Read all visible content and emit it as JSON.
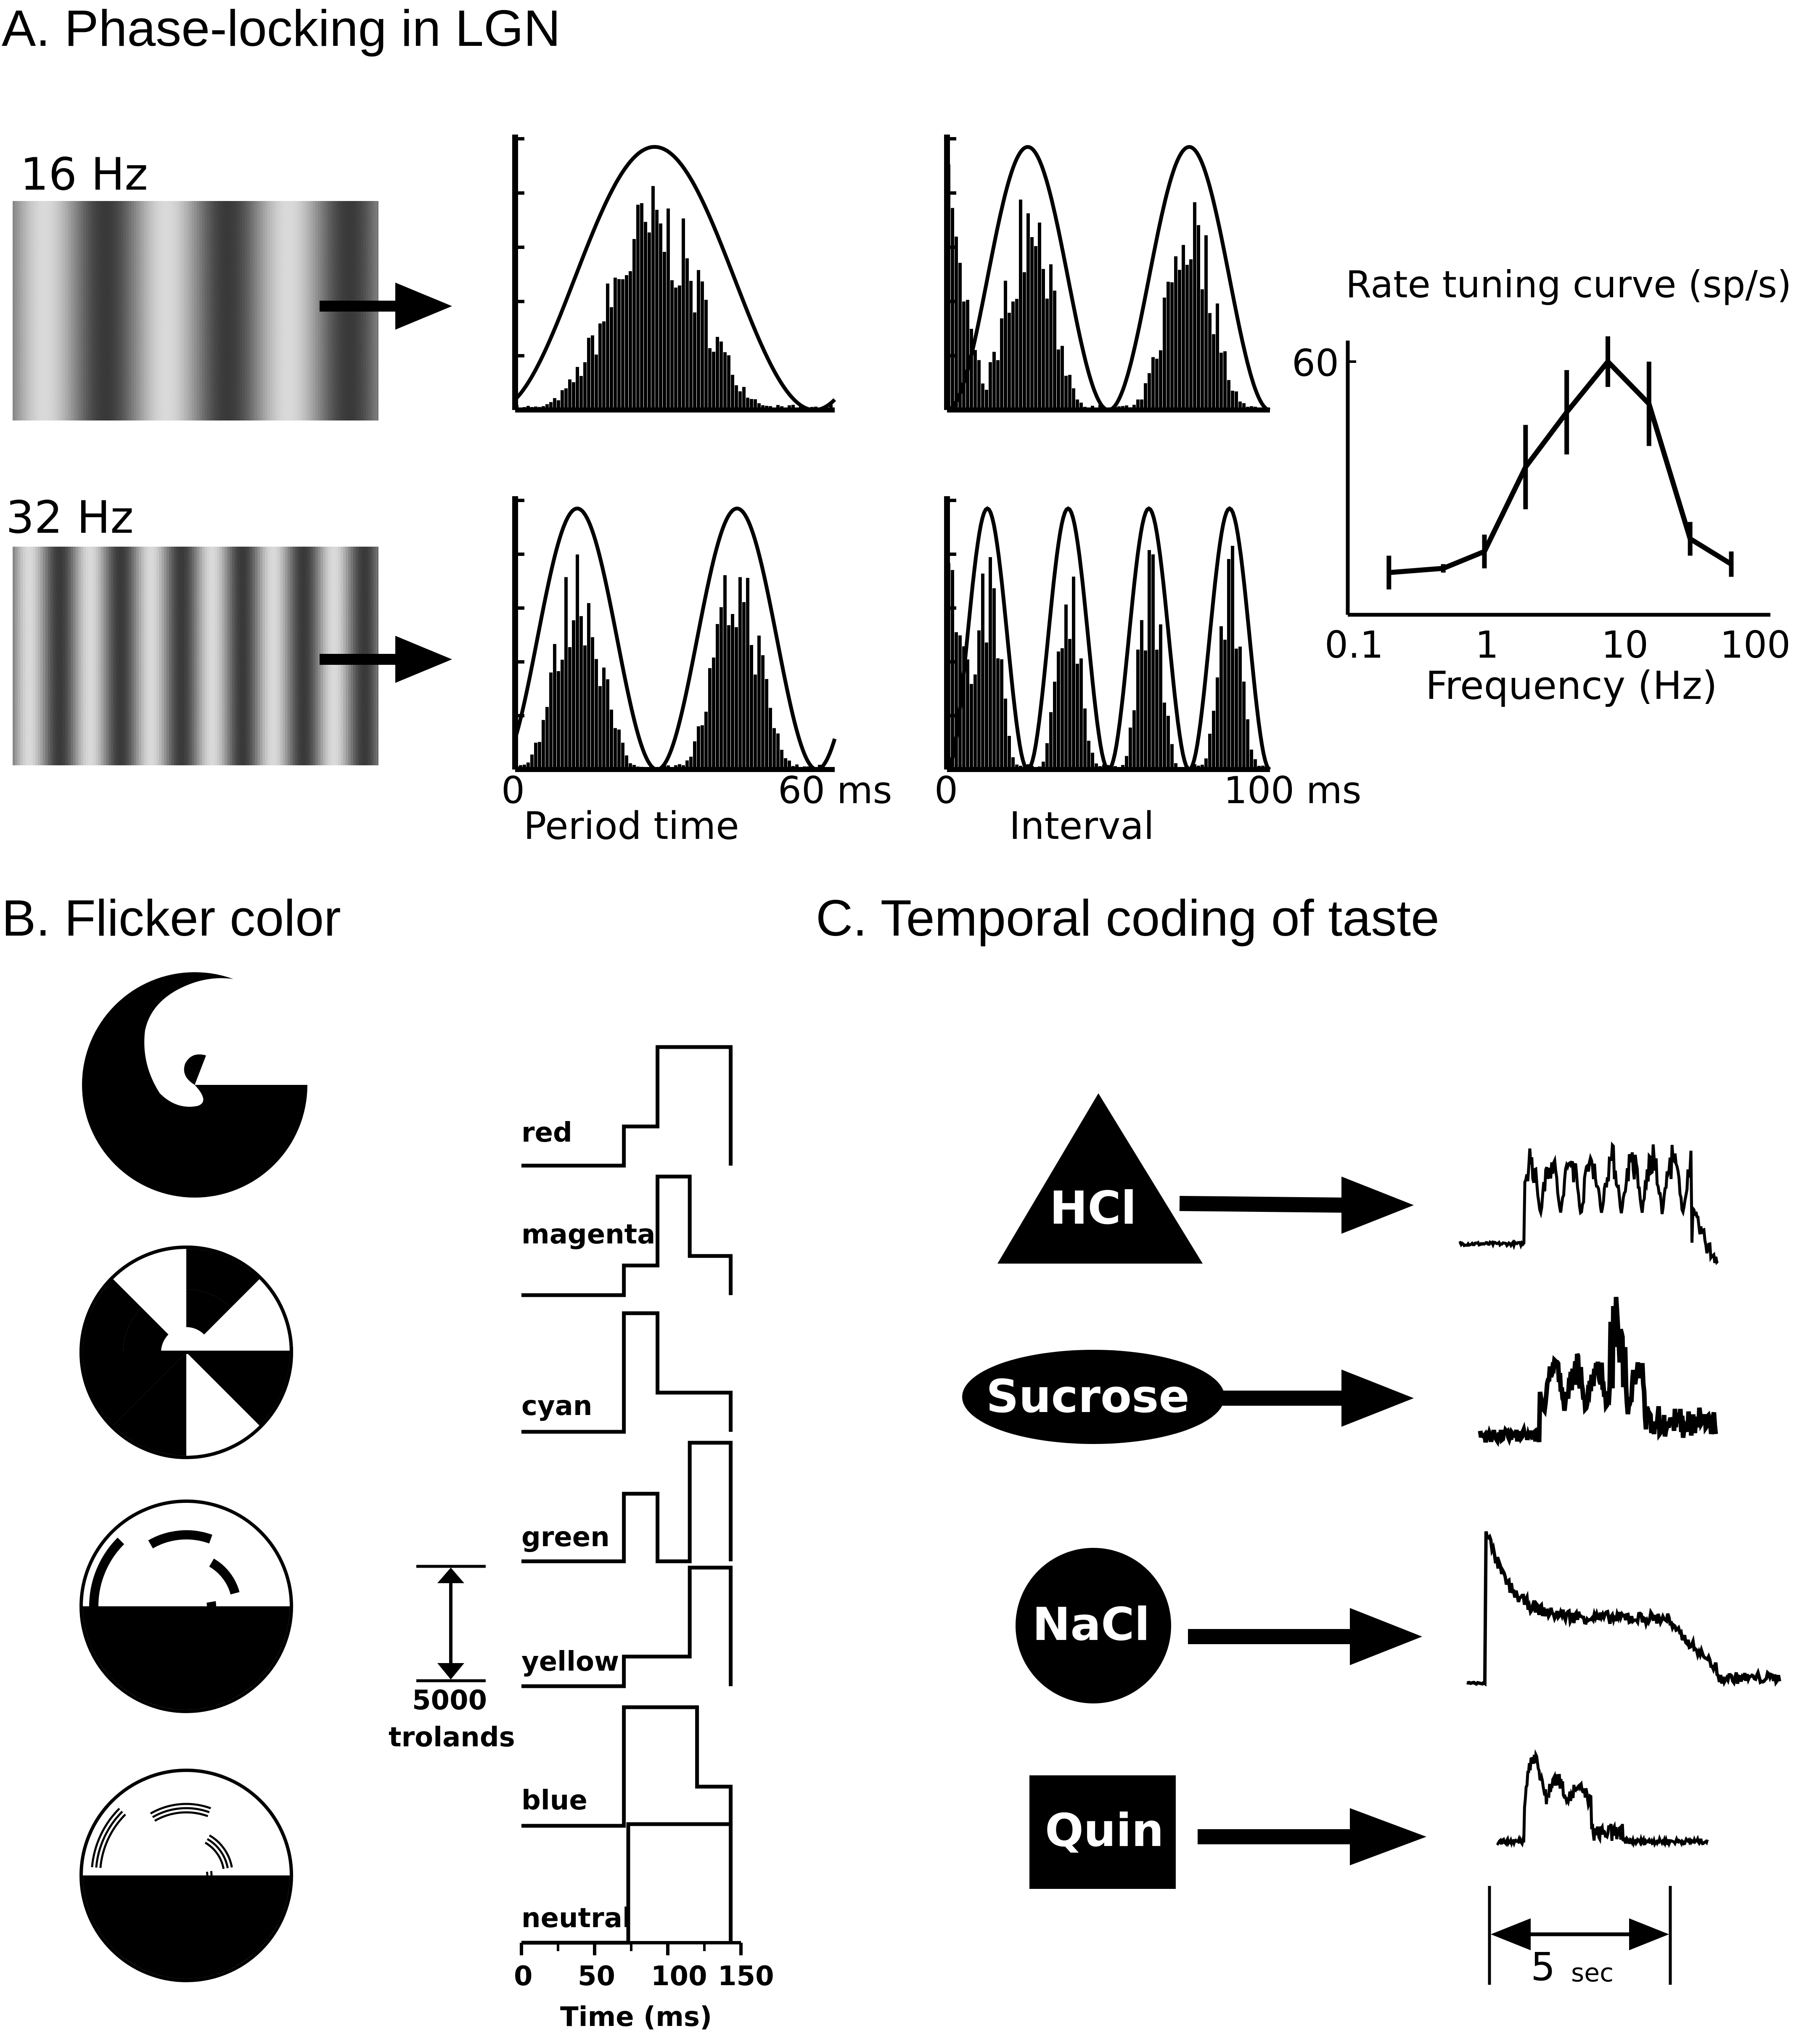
{
  "panels": {
    "a": {
      "title": "A. Phase-locking in LGN",
      "rows": [
        {
          "stimulus_label": "16 Hz",
          "cycles_in_period_plot": 1,
          "cycles_in_interval_plot": 2
        },
        {
          "stimulus_label": "32 Hz",
          "cycles_in_period_plot": 2,
          "cycles_in_interval_plot": 4
        }
      ],
      "period_axis": {
        "start_label": "0",
        "end_label": "60 ms",
        "title": "Period time"
      },
      "interval_axis": {
        "start_label": "0",
        "end_label": "100 ms",
        "title": "Interval"
      },
      "tuning": {
        "title": "Rate tuning curve (sp/s)",
        "y_tick": "60",
        "x_ticks": [
          "0.1",
          "1",
          "10",
          "100"
        ],
        "xlabel": "Frequency (Hz)"
      }
    },
    "b": {
      "title": "B. Flicker color",
      "colors": [
        "red",
        "magenta",
        "cyan",
        "green",
        "yellow",
        "blue",
        "neutral"
      ],
      "scale_bar": {
        "value": "5000",
        "unit": "trolands"
      },
      "time_axis": {
        "ticks": [
          "0",
          "50",
          "100",
          "150"
        ],
        "label": "Time (ms)"
      }
    },
    "c": {
      "title": "C. Temporal coding of taste",
      "tastants": [
        "HCl",
        "Sucrose",
        "NaCl",
        "Quin"
      ],
      "scale_bar": {
        "value": "5",
        "unit": "sec"
      }
    }
  },
  "chart_data": [
    {
      "type": "line",
      "title": "Rate tuning curve (sp/s)",
      "xlabel": "Frequency (Hz)",
      "ylabel": "",
      "x_scale": "log",
      "xlim": [
        0.1,
        100
      ],
      "ylim": [
        0,
        70
      ],
      "series": [
        {
          "x": [
            0.2,
            0.5,
            1,
            2,
            4,
            8,
            16,
            32,
            64
          ],
          "y": [
            10,
            11,
            15,
            35,
            48,
            60,
            50,
            18,
            12
          ],
          "error": [
            4,
            1,
            4,
            10,
            10,
            6,
            10,
            4,
            3
          ]
        }
      ]
    },
    {
      "type": "line",
      "title": "B. Flicker color",
      "xlabel": "Time (ms)",
      "ylabel": "5000 trolands",
      "xlim": [
        0,
        150
      ],
      "categories": [
        "red",
        "magenta",
        "cyan",
        "green",
        "yellow",
        "blue",
        "neutral"
      ],
      "series": [
        {
          "name": "red",
          "points": [
            [
              0,
              0
            ],
            [
              70,
              0
            ],
            [
              70,
              0.33
            ],
            [
              93,
              0.33
            ],
            [
              93,
              1
            ],
            [
              143,
              1
            ],
            [
              143,
              0
            ]
          ]
        },
        {
          "name": "magenta",
          "points": [
            [
              0,
              0
            ],
            [
              70,
              0
            ],
            [
              70,
              0.25
            ],
            [
              93,
              0.25
            ],
            [
              93,
              1
            ],
            [
              115,
              1
            ],
            [
              115,
              0.33
            ],
            [
              143,
              0.33
            ],
            [
              143,
              0
            ]
          ]
        },
        {
          "name": "cyan",
          "points": [
            [
              0,
              0
            ],
            [
              70,
              0
            ],
            [
              70,
              1
            ],
            [
              93,
              1
            ],
            [
              93,
              0.33
            ],
            [
              143,
              0.33
            ],
            [
              143,
              0
            ]
          ]
        },
        {
          "name": "green",
          "points": [
            [
              0,
              0
            ],
            [
              70,
              0
            ],
            [
              70,
              0.57
            ],
            [
              93,
              0.57
            ],
            [
              93,
              0
            ],
            [
              115,
              0
            ],
            [
              115,
              1
            ],
            [
              143,
              1
            ],
            [
              143,
              0
            ]
          ]
        },
        {
          "name": "yellow",
          "points": [
            [
              0,
              0
            ],
            [
              70,
              0
            ],
            [
              70,
              0.25
            ],
            [
              115,
              0.25
            ],
            [
              115,
              1
            ],
            [
              143,
              1
            ],
            [
              143,
              0
            ]
          ]
        },
        {
          "name": "blue",
          "points": [
            [
              0,
              0
            ],
            [
              70,
              0
            ],
            [
              70,
              1
            ],
            [
              120,
              1
            ],
            [
              120,
              0.33
            ],
            [
              143,
              0.33
            ],
            [
              143,
              0
            ]
          ]
        },
        {
          "name": "neutral",
          "points": [
            [
              0,
              0
            ],
            [
              73,
              0
            ],
            [
              73,
              1
            ],
            [
              143,
              1
            ],
            [
              143,
              0
            ]
          ]
        }
      ]
    }
  ]
}
